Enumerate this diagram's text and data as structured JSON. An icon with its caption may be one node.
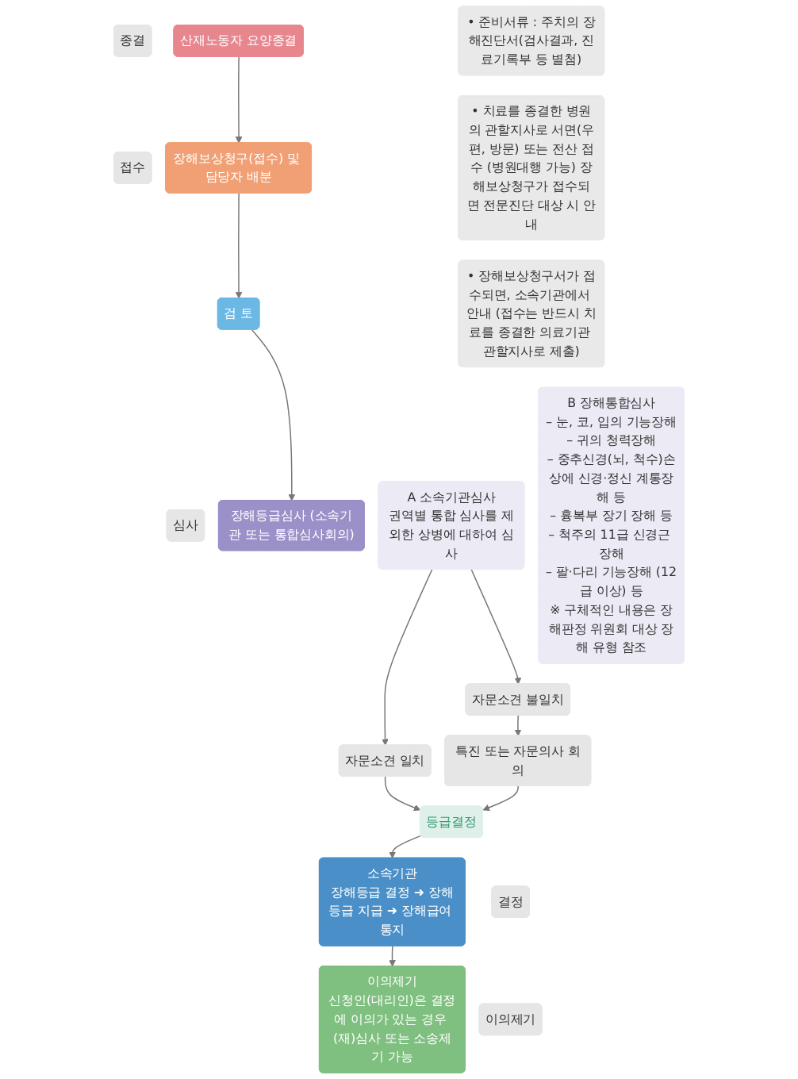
{
  "diagram": {
    "nodes": [
      {
        "text": [
          "종결"
        ]
      },
      {
        "text": [
          "산재노동자 요양종결"
        ]
      },
      {
        "text": [
          "• 준비서류 : 주치의 장해진단서(검사결과, 진료기록부 등 별첨)"
        ]
      },
      {
        "text": [
          "접수"
        ]
      },
      {
        "text": [
          "장해보상청구(접수) 및 담당자 배분"
        ]
      },
      {
        "text": [
          "• 치료를 종결한 병원의 관할지사로 서면(우편, 방문) 또는 전산 접수 (병원대행 가능) 장해보상청구가 접수되면 전문진단 대상 시 안내"
        ]
      },
      {
        "text": [
          "검 토"
        ]
      },
      {
        "text": [
          "• 장해보상청구서가 접수되면, 소속기관에서 안내 (접수는 반드시 치료를 종결한 의료기관 관할지사로 제출)"
        ]
      },
      {
        "text": [
          "심사"
        ]
      },
      {
        "text": [
          "장해등급심사 (소속기관 또는 통합심사회의)"
        ]
      },
      {
        "text": [
          "A 소속기관심사",
          "권역별 통합 심사를 제외한 상병에 대하여 심사"
        ]
      },
      {
        "text": [
          "자문소견 일치"
        ]
      },
      {
        "text": [
          "자문소견 불일치"
        ]
      },
      {
        "text": [
          "특진 또는 자문의사 회의"
        ]
      },
      {
        "text": [
          "등급결정"
        ]
      },
      {
        "text": [
          "B 장해통합심사",
          "– 눈, 코, 입의 기능장해",
          "– 귀의 청력장해",
          "– 중추신경(뇌, 척수)손상에 신경·정신 계통장해 등",
          "– 흉복부 장기 장해 등",
          "– 척주의 11급 신경근 장해",
          "– 팔·다리 기능장해 (12급 이상) 등",
          "※ 구체적인 내용은 장해판정 위원회 대상 장해 유형 참조"
        ]
      },
      {
        "text": [
          "결정"
        ]
      },
      {
        "text": [
          "소속기관",
          "장해등급 결정 ➜ 장해등급 지급 ➜ 장해급여 통지"
        ]
      },
      {
        "text": [
          "이의제기"
        ]
      },
      {
        "text": [
          "이의제기",
          "신청인(대리인)은 결정에 이의가 있는 경우 (재)심사 또는 소송제기 가능"
        ]
      }
    ],
    "edges": [
      {
        "from": 1,
        "to": 4,
        "arrow": "to"
      },
      {
        "from": 4,
        "to": 6,
        "arrow": "to"
      },
      {
        "from": 6,
        "to": 9,
        "arrow": "to"
      },
      {
        "from": 10,
        "to": 11,
        "arrow": "to"
      },
      {
        "from": 10,
        "to": 12,
        "arrow": "to"
      },
      {
        "from": 12,
        "to": 13,
        "arrow": "to"
      },
      {
        "from": 11,
        "to": 14,
        "arrow": "to"
      },
      {
        "from": 13,
        "to": 14,
        "arrow": "to"
      },
      {
        "from": 14,
        "to": 17,
        "arrow": "to"
      },
      {
        "from": 17,
        "to": 19,
        "arrow": "to"
      }
    ]
  }
}
